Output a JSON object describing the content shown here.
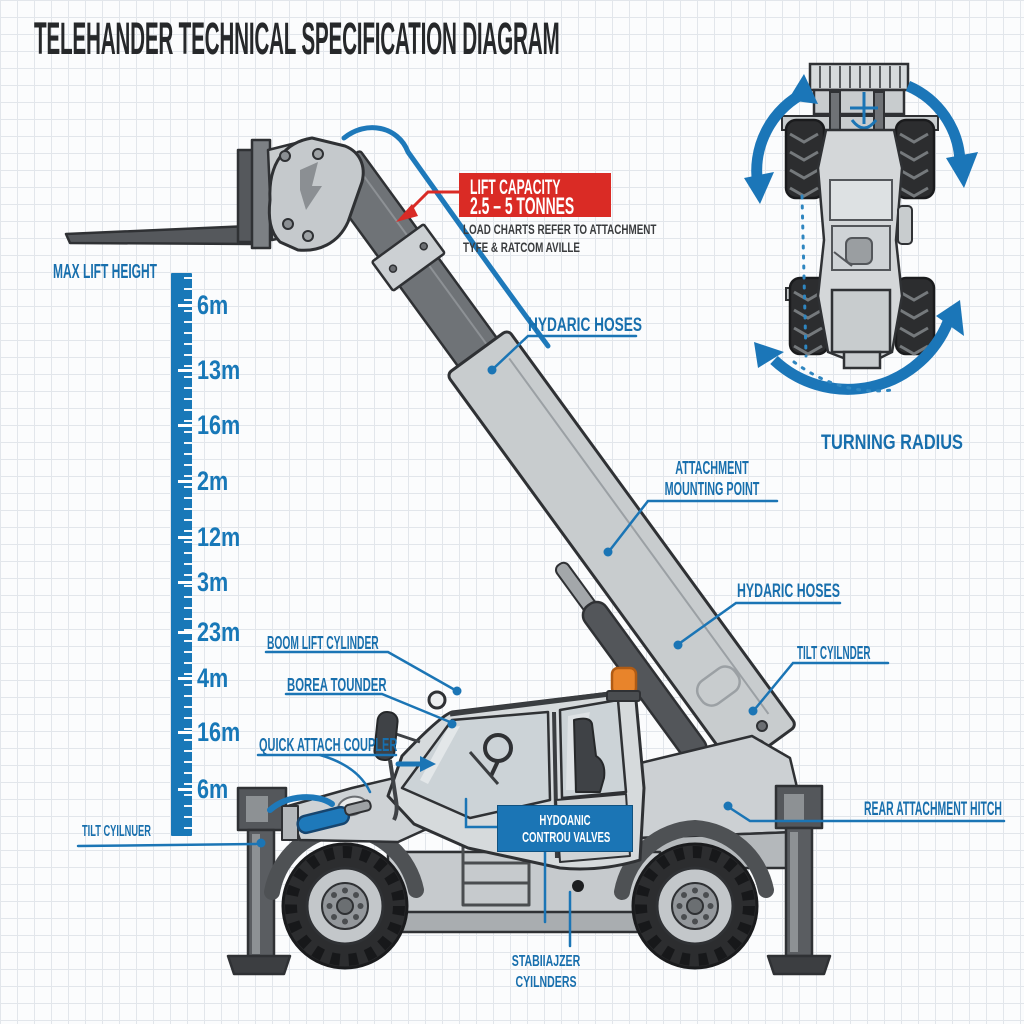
{
  "title": "TELEHANDER TECHNICAL SPECIFICATION DIAGRAM",
  "capacity_box": {
    "line1": "LIFT CAPACITY",
    "line2": "2.5 – 5 TONNES",
    "note1": "LOAD CHARTS REFER TO ATTACHMENT",
    "note2": "TYFE & RATCOM AVILLE"
  },
  "ruler": {
    "title": "MAX LIFT HEIGHT",
    "marks": [
      "6m",
      "13m",
      "16m",
      "2m",
      "12m",
      "3m",
      "23m",
      "4m",
      "16m",
      "6m"
    ]
  },
  "labels": {
    "hydraulic_hoses_top": "HYDARIC HOSES",
    "attachment_mounting_line1": "ATTACHMENT",
    "attachment_mounting_line2": "MOUNTING POINT",
    "hydraulic_hoses_right": "HYDARIC HOSES",
    "tilt_cylinder_right": "TILT CYILNDER",
    "boom_lift_cylinder": "BOOM LIFT CYLINDER",
    "borea_tounder": "BOREA TOUNDER",
    "quick_attach_coupler": "QUICK ATTACH COUPLER",
    "tilt_cylinder_left": "TILT CYILNUER",
    "rear_attachment_hitch": "REAR ATTACHMENT HITCH",
    "stabilizer_line1": "STABIIAJZER",
    "stabilizer_line2": "CYILNDERS",
    "turning_radius": "TURNING RADIUS"
  },
  "valve_box": {
    "line1": "HYDOANIC",
    "line2": "CONTROU VALVES"
  },
  "colors": {
    "accent_blue": "#1b75b5",
    "ruler_blue": "#1878b8",
    "alert_red": "#da2b25",
    "machine_gray": "#cdd1d4",
    "dark_outline": "#2f3134",
    "beacon_orange": "#e8842b"
  }
}
